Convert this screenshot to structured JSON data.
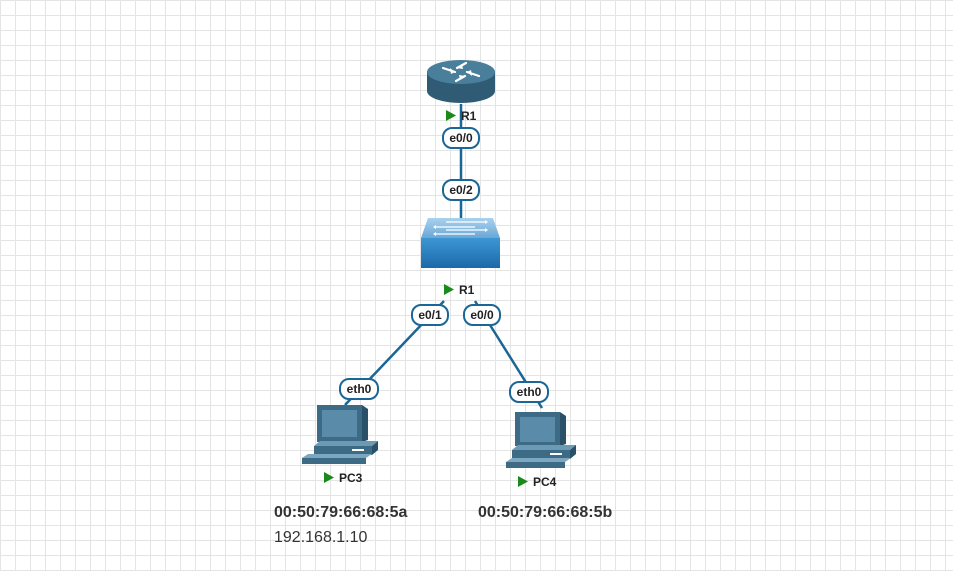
{
  "nodes": {
    "router": {
      "label": "R1",
      "status": "running",
      "status_color": "#1a8a1a",
      "icon": "router-icon"
    },
    "switch": {
      "label": "R1",
      "status": "running",
      "status_color": "#1a8a1a",
      "icon": "switch-icon"
    },
    "pc3": {
      "label": "PC3",
      "status": "running",
      "status_color": "#1a8a1a",
      "icon": "pc-icon"
    },
    "pc4": {
      "label": "PC4",
      "status": "running",
      "status_color": "#1a8a1a",
      "icon": "pc-icon"
    }
  },
  "links": [
    {
      "from": "router",
      "from_port": "e0/0",
      "to": "switch",
      "to_port": "e0/2"
    },
    {
      "from": "switch",
      "from_port": "e0/1",
      "to": "pc3",
      "to_port": "eth0"
    },
    {
      "from": "switch",
      "from_port": "e0/0",
      "to": "pc4",
      "to_port": "eth0"
    }
  ],
  "annotations": {
    "pc3_mac": "00:50:79:66:68:5a",
    "pc3_ip": "192.168.1.10",
    "pc4_mac": "00:50:79:66:68:5b"
  },
  "colors": {
    "link": "#1a6696",
    "device_dark": "#34627c",
    "device_light": "#5a8ba8",
    "switch_top": "#7fb6de",
    "switch_body": "#2f86c6"
  }
}
